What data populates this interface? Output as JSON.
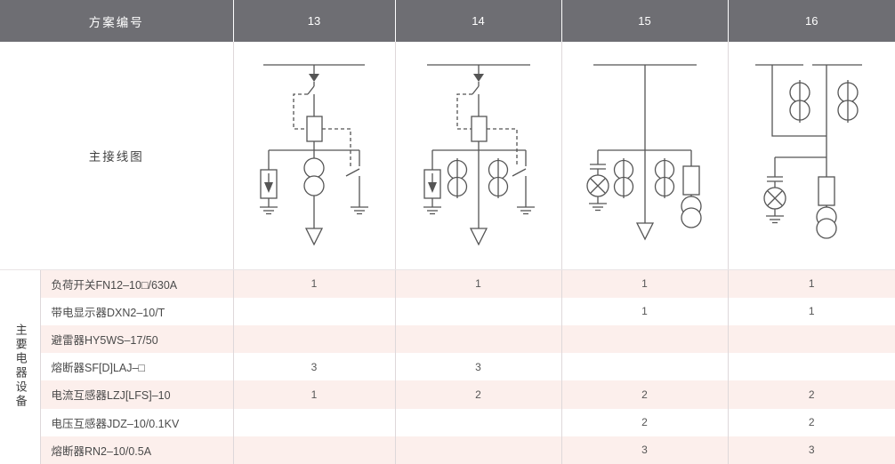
{
  "header": {
    "label": "方案编号",
    "columns": [
      "13",
      "14",
      "15",
      "16"
    ]
  },
  "diagram_row": {
    "label": "主接线图",
    "schemes": [
      {
        "id": "13",
        "name": "load-switch-fuse-arrester-earthing",
        "elements": [
          "busbar",
          "load-switch",
          "mechanical-interlock-dashed",
          "fuse",
          "surge-arrester",
          "current-transformer-pair",
          "earthing-switch",
          "cable-outlet-arrow"
        ]
      },
      {
        "id": "14",
        "name": "load-switch-fuse-arrester-dual-ct-earthing",
        "elements": [
          "busbar",
          "load-switch",
          "mechanical-interlock-dashed",
          "fuse",
          "surge-arrester",
          "current-transformer-pair",
          "current-transformer-pair",
          "earthing-switch",
          "cable-outlet-arrow"
        ]
      },
      {
        "id": "15",
        "name": "busbar-voltage-indicator-dual-ct-pt",
        "elements": [
          "busbar",
          "voltage-indicator",
          "current-transformer-pair",
          "current-transformer-pair",
          "fuse",
          "voltage-transformer",
          "cable-outlet-arrow"
        ]
      },
      {
        "id": "16",
        "name": "dual-busbar-ct-voltage-indicator-pt",
        "elements": [
          "busbar-left",
          "busbar-right",
          "current-transformer-pair",
          "current-transformer-pair",
          "voltage-indicator",
          "fuse",
          "voltage-transformer"
        ]
      }
    ]
  },
  "equipment_group": {
    "label": "主要电器设备",
    "rows": [
      {
        "item": "负荷开关FN12–10□/630A",
        "values": [
          "1",
          "1",
          "1",
          "1"
        ]
      },
      {
        "item": "带电显示器DXN2–10/T",
        "values": [
          "",
          "",
          "1",
          "1"
        ]
      },
      {
        "item": "避雷器HY5WS–17/50",
        "values": [
          "",
          "",
          "",
          ""
        ]
      },
      {
        "item": "熔断器SF[D]LAJ–□",
        "values": [
          "3",
          "3",
          "",
          ""
        ]
      },
      {
        "item": "电流互感器LZJ[LFS]–10",
        "values": [
          "1",
          "2",
          "2",
          "2"
        ]
      },
      {
        "item": "电压互感器JDZ–10/0.1KV",
        "values": [
          "",
          "",
          "2",
          "2"
        ]
      },
      {
        "item": "熔断器RN2–10/0.5A",
        "values": [
          "",
          "",
          "3",
          "3"
        ]
      }
    ]
  },
  "colors": {
    "header_bg": "#6e6e73",
    "row_tint": "#fcefec",
    "row_plain": "#ffffff",
    "grid_line": "#ded8da",
    "schematic_stroke": "#555555"
  }
}
